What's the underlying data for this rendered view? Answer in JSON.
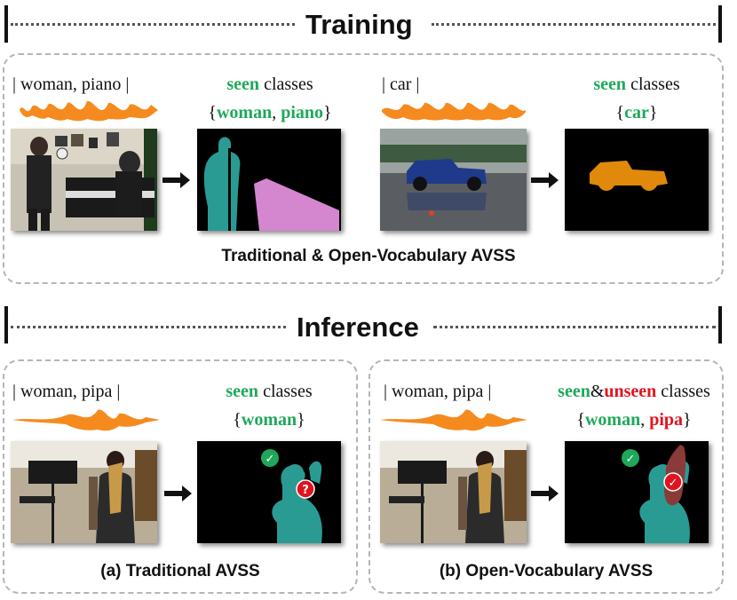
{
  "training": {
    "title": "Training",
    "left": {
      "audio_label": "|   woman, piano   |",
      "classes_seen": "seen",
      "classes_suffix": " classes",
      "brace_open": "{",
      "item1": "woman",
      "sep": ", ",
      "item2": "piano",
      "brace_close": "}"
    },
    "right": {
      "audio_label": "|            car            |",
      "classes_seen": "seen",
      "classes_suffix": " classes",
      "brace_open": "{",
      "item1": "car",
      "brace_close": "}"
    },
    "caption": "Traditional & Open-Vocabulary AVSS"
  },
  "inference": {
    "title": "Inference",
    "a": {
      "audio_label": "|   woman, pipa   |",
      "classes_seen": "seen",
      "classes_suffix": " classes",
      "brace_open": "{",
      "item1": "woman",
      "brace_close": "}",
      "caption": "(a) Traditional AVSS"
    },
    "b": {
      "audio_label": "|   woman, pipa   |",
      "classes_seen": "seen",
      "amp": "&",
      "classes_unseen": "unseen",
      "classes_suffix": " classes",
      "brace_open": "{",
      "item1": "woman",
      "sep": ", ",
      "item2": "pipa",
      "brace_close": "}",
      "caption": "(b) Open-Vocabulary AVSS"
    }
  },
  "colors": {
    "seen": "#1fa85a",
    "unseen": "#e0141e",
    "waveform": "#f58a1f",
    "woman_mask": "#2a9b93",
    "piano_mask": "#d486cf",
    "car_mask": "#e0890a",
    "pipa_mask": "#8b3a3a"
  },
  "icons": {
    "check": "✓",
    "question": "?"
  }
}
